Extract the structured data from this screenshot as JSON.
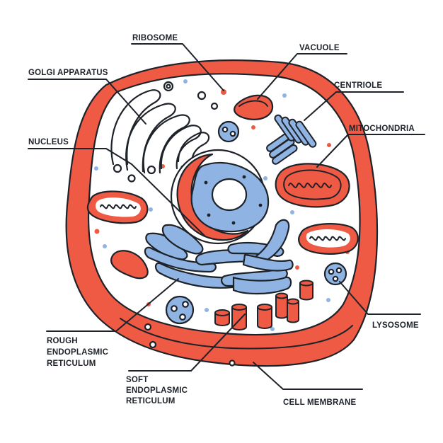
{
  "labels": {
    "ribosome": "RIBOSOME",
    "vacuole": "VACUOLE",
    "golgi": "GOLGI APPARATUS",
    "centriole": "CENTRIOLE",
    "nucleus": "NUCLEUS",
    "mitochondria": "MITOCHONDRIA",
    "lysosome": "LYSOSOME",
    "rough_er": [
      "ROUGH",
      "ENDOPLASMIC",
      "RETICULUM"
    ],
    "soft_er": [
      "SOFT",
      "ENDOPLASMIC",
      "RETICULUM"
    ],
    "cell_membrane": "CELL MEMBRANE"
  },
  "colors": {
    "membrane": "#ef5a45",
    "blue": "#8fb4e3",
    "light_blue": "#bcd3f0",
    "outline": "#1e2229",
    "background": "#ffffff"
  }
}
